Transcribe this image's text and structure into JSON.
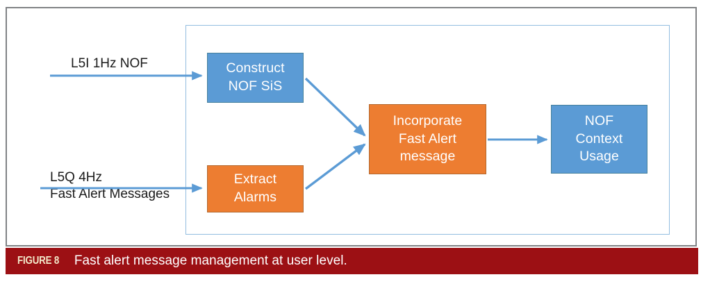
{
  "figure": {
    "caption_number": "FIGURE 8",
    "caption_text": "Fast alert message management at user level.",
    "caption_bar_color": "#9C1014",
    "caption_number_color": "#f2e8c9",
    "caption_text_color": "#ffffff",
    "frame_border_color": "#808285",
    "group_box_border_color": "#92bde0"
  },
  "palette": {
    "blue_node": "#5B9BD5",
    "orange_node": "#ED7D31",
    "connector_blue": "#5B9BD5",
    "label_text": "#1a1a1a",
    "node_text": "#ffffff"
  },
  "diagram": {
    "type": "flow-diagram",
    "inputs": [
      {
        "id": "l5i-input",
        "line1": "L5I 1Hz NOF",
        "line2": "",
        "text": "L5I 1Hz NOF",
        "target": "construct-nof-sis"
      },
      {
        "id": "l5q-input",
        "line1": "L5Q 4Hz",
        "line2": "Fast Alert Messages",
        "text": "L5Q 4Hz\nFast Alert Messages",
        "target": "extract-alarms"
      }
    ],
    "nodes": [
      {
        "id": "construct-nof-sis",
        "label": "Construct\nNOF SiS",
        "line1": "Construct",
        "line2": "NOF SiS",
        "color": "blue"
      },
      {
        "id": "extract-alarms",
        "label": "Extract\nAlarms",
        "line1": "Extract",
        "line2": "Alarms",
        "color": "orange"
      },
      {
        "id": "incorporate-fast-alert-message",
        "label": "Incorporate\nFast Alert\nmessage",
        "line1": "Incorporate",
        "line2": "Fast Alert",
        "line3": "message",
        "color": "orange"
      },
      {
        "id": "nof-context-usage",
        "label": "NOF\nContext\nUsage",
        "line1": "NOF",
        "line2": "Context",
        "line3": "Usage",
        "color": "blue"
      }
    ],
    "edges": [
      {
        "id": "edge-l5i-to-construct",
        "from": "l5i-input",
        "to": "construct-nof-sis",
        "style": "arrow"
      },
      {
        "id": "edge-l5q-to-extract",
        "from": "l5q-input",
        "to": "extract-alarms",
        "style": "arrow"
      },
      {
        "id": "edge-construct-to-incorporate",
        "from": "construct-nof-sis",
        "to": "incorporate-fast-alert-message",
        "style": "arrow"
      },
      {
        "id": "edge-extract-to-incorporate",
        "from": "extract-alarms",
        "to": "incorporate-fast-alert-message",
        "style": "arrow"
      },
      {
        "id": "edge-incorporate-to-usage",
        "from": "incorporate-fast-alert-message",
        "to": "nof-context-usage",
        "style": "arrow"
      }
    ]
  }
}
